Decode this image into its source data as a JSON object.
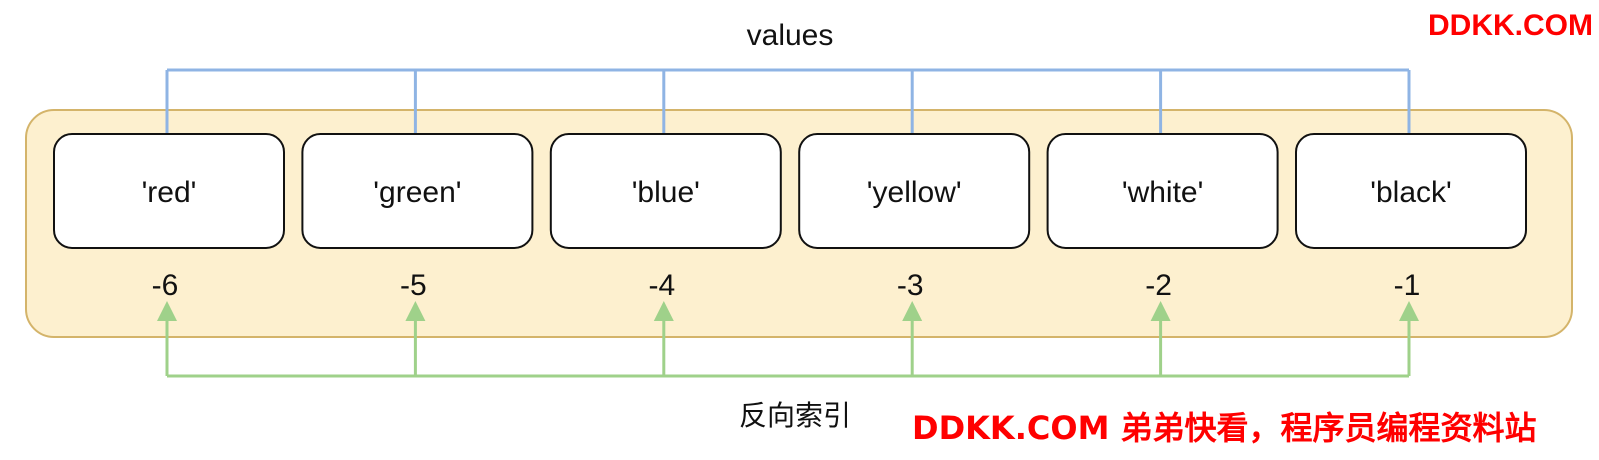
{
  "diagram": {
    "top_label": "values",
    "bottom_label": "反向索引",
    "items": [
      {
        "value": "'red'",
        "index": "-6"
      },
      {
        "value": "'green'",
        "index": "-5"
      },
      {
        "value": "'blue'",
        "index": "-4"
      },
      {
        "value": "'yellow'",
        "index": "-3"
      },
      {
        "value": "'white'",
        "index": "-2"
      },
      {
        "value": "'black'",
        "index": "-1"
      }
    ],
    "colors": {
      "container_fill": "#fdf0cf",
      "container_stroke": "#d4b46a",
      "top_connector": "#8fb4e4",
      "bottom_connector": "#9fd18a",
      "watermark": "#ff0000"
    }
  },
  "watermarks": {
    "top": "DDKK.COM",
    "bottom": "DDKK.COM 弟弟快看，程序员编程资料站"
  }
}
